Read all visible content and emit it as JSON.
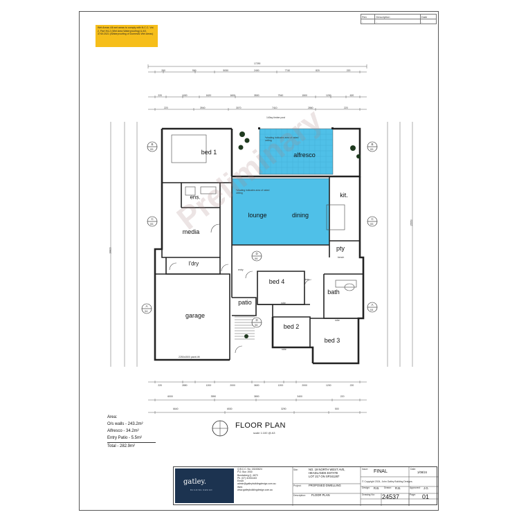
{
  "revision_table": {
    "rev_header": "Rev",
    "description_header": "Description",
    "date_header": "Date"
  },
  "wet_area_note": "Wet Areas: All wet areas to comply with N.C.C. Vol. 2, Part H4-2 (Wet Area Waterproofing) & AS. 3740:2021 (Waterproofing of Domestic Wet Areas)",
  "rooms": {
    "bed1": "bed 1",
    "alfresco": "alfresco",
    "ens": "ens.",
    "lounge": "lounge",
    "dining": "dining",
    "kit": "kit.",
    "media": "media",
    "ldry": "l'dry",
    "pty": "pty",
    "bed4": "bed 4",
    "bath": "bath",
    "patio": "patio",
    "garage": "garage",
    "bed2": "bed 2",
    "bed3": "bed 3"
  },
  "plan_notes": {
    "shading_1": "*shading indicates area of raked ceiling",
    "shading_2": "*shading indicates area of raked ceiling",
    "timber_post": "140sq timber post",
    "garage_door": "2250x4500 panel-lift",
    "robe1": "robe",
    "robe2": "robe",
    "robe3": "robe",
    "linen": "linen",
    "bench": "bench",
    "entry": "entry"
  },
  "section_markers": [
    {
      "letter": "B",
      "sheet": "05"
    },
    {
      "letter": "B",
      "sheet": "05"
    },
    {
      "letter": "C",
      "sheet": "05"
    },
    {
      "letter": "C",
      "sheet": "05"
    },
    {
      "letter": "A",
      "sheet": "04"
    },
    {
      "letter": "A",
      "sheet": "04"
    },
    {
      "letter": "D",
      "sheet": "06"
    },
    {
      "letter": "D",
      "sheet": "06"
    }
  ],
  "dimensions": {
    "top_overall": "17290",
    "top_row1": [
      "200",
      "900",
      "5050",
      "2400",
      "7740",
      "820",
      "220"
    ],
    "top_row2": [
      "220",
      "1000",
      "1620",
      "1600",
      "3500",
      "7940",
      "1500",
      "1200",
      "620"
    ],
    "top_row3": [
      "220",
      "3940",
      "3070",
      "7410",
      "2860",
      "220"
    ],
    "bottom_row1": [
      "220",
      "2850",
      "1200",
      "2000",
      "3600",
      "1200",
      "2000",
      "1200",
      "220"
    ],
    "bottom_row2": [
      "6000",
      "3950",
      "3800",
      "3400",
      "220"
    ],
    "bottom_row3": [
      "6640",
      "6530",
      "3290",
      "500"
    ],
    "left_overall": "16820",
    "right_overall": "15550"
  },
  "floor_plan_title": "FLOOR PLAN",
  "scale_text": "scale 1:100 @ A3",
  "area": {
    "heading": "Area:",
    "lines": [
      "O/s walls - 243.2m²",
      "Alfresco - 34.2m²",
      "Entry Patio - 5.5m²"
    ],
    "total": "Total - 282.9m²"
  },
  "title_block": {
    "company_name": "gatley.",
    "company_sub": "BUILDING DESIGN",
    "contact": [
      "Q.B.C.C. No. 15243624",
      "P.O. Box 1930",
      "Bundaberg Q. 4670",
      "Ph. (07) 41531163",
      "Email:",
      "admin@gatleybuildingdesign.com.au",
      "Web:",
      "www.gatleybuildingdesign.com.au"
    ],
    "site_label": "Site:",
    "site_value": [
      "NO. 19 NORTH WEST AVE,",
      "HEADLANDS ESTATE",
      "LOT 217 ON SP341287"
    ],
    "project_label": "Project:",
    "project_value": "PROPOSED DWELLING",
    "description_label": "Description:",
    "description_value": "FLOOR PLAN",
    "issue_label": "Issue:",
    "issue_value": "FINAL",
    "date_label": "Date:",
    "date_value": "1/08/24",
    "copyright": "© Copyright 2024, John Gatley Building Designs.",
    "design_label": "Design:",
    "design_value": "R.B.",
    "drawn_label": "Drawn:",
    "drawn_value": "R.B.",
    "approved_label": "Approved:",
    "approved_value": "J.G.",
    "drawing_no_label": "Drawing No:",
    "drawing_no_value": "24537",
    "page_label": "Page:",
    "page_value": "01"
  },
  "watermark": "Preliminary",
  "colors": {
    "raked_ceiling": "#4fc0e8",
    "note_bg": "#f6be1a",
    "logo_bg": "#1c3350"
  }
}
